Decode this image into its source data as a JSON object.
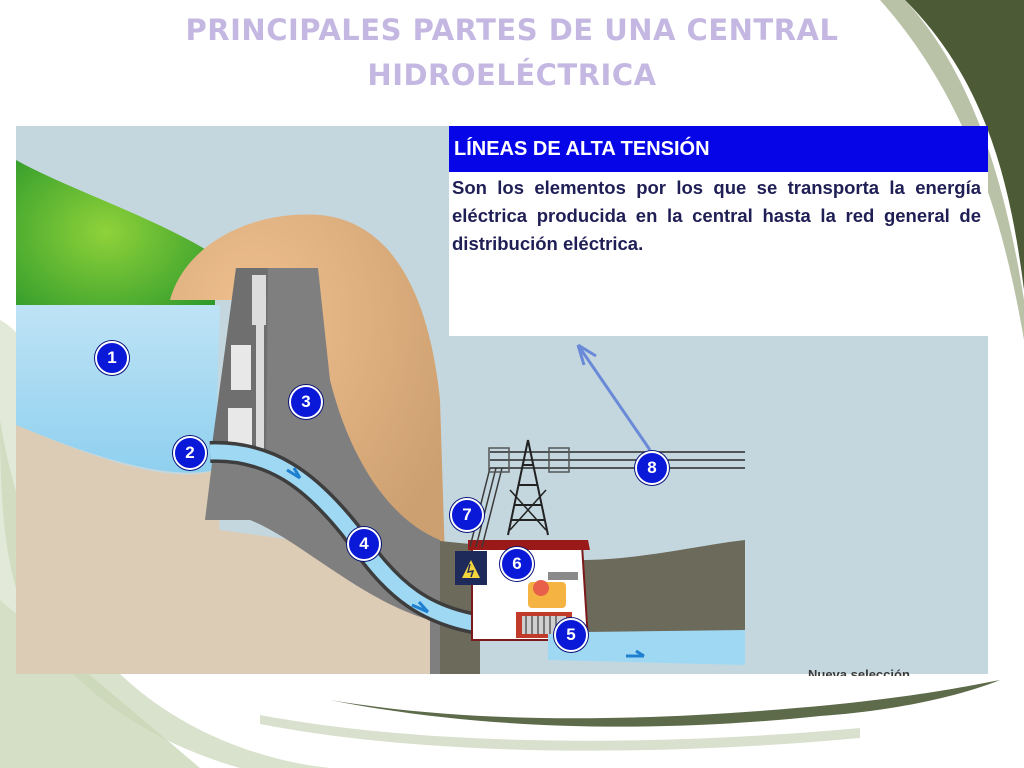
{
  "slide": {
    "title_lines": [
      "PRINCIPALES PARTES DE UNA CENTRAL",
      "HIDROELÉCTRICA"
    ]
  },
  "info_box": {
    "heading": "LÍNEAS DE ALTA TENSIÓN",
    "text": "Son los elementos por los que se transporta la energía eléctrica producida en la central hasta la red general de distribución eléctrica."
  },
  "markers": [
    {
      "label": "1"
    },
    {
      "label": "2"
    },
    {
      "label": "3"
    },
    {
      "label": "4"
    },
    {
      "label": "5"
    },
    {
      "label": "6"
    },
    {
      "label": "7"
    },
    {
      "label": "8"
    }
  ],
  "footer_fragment": "Nueva selección",
  "colors": {
    "marker_fill": "#0a18d8",
    "info_header": "#0505e8",
    "title": "#c4b8e2",
    "water": "#8fd0ef",
    "dam": "#7f7f7f"
  }
}
